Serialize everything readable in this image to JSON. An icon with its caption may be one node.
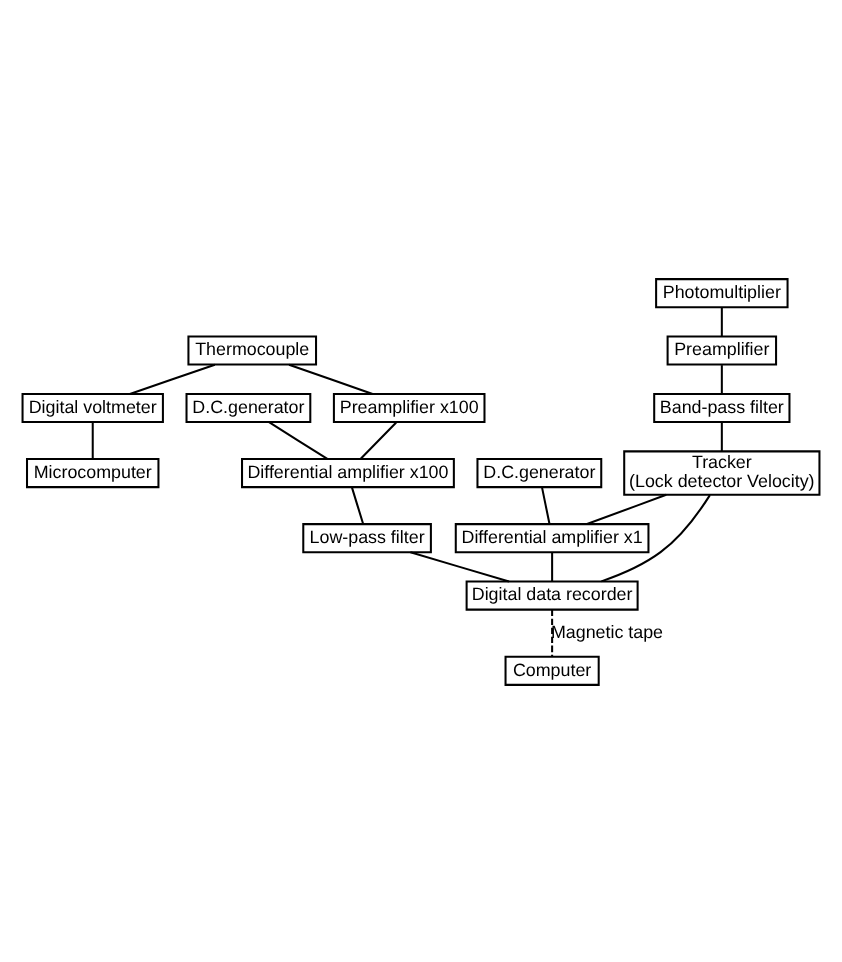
{
  "diagram": {
    "nodes": [
      {
        "text": [
          "Thermocouple"
        ]
      },
      {
        "text": [
          "Digital voltmeter"
        ]
      },
      {
        "text": [
          "Microcomputer"
        ]
      },
      {
        "text": [
          "Preamplifier x100"
        ]
      },
      {
        "text": [
          "D.C.generator"
        ]
      },
      {
        "text": [
          "Differential amplifier x100"
        ]
      },
      {
        "text": [
          "Low-pass filter"
        ]
      },
      {
        "text": [
          "Photomultiplier"
        ]
      },
      {
        "text": [
          "Preamplifier"
        ]
      },
      {
        "text": [
          "Band-pass filter"
        ]
      },
      {
        "text": [
          "Tracker",
          "(Lock detector Velocity)"
        ]
      },
      {
        "text": [
          "D.C.generator"
        ]
      },
      {
        "text": [
          "Differential amplifier x1"
        ]
      },
      {
        "text": [
          "Digital data recorder"
        ]
      },
      {
        "text": [
          "Computer"
        ]
      }
    ],
    "edges": [
      {
        "from": 0,
        "to": 1,
        "arrow": "none"
      },
      {
        "from": 1,
        "to": 2,
        "arrow": "none"
      },
      {
        "from": 0,
        "to": 3,
        "arrow": "none"
      },
      {
        "from": 3,
        "to": 5,
        "arrow": "none"
      },
      {
        "from": 4,
        "to": 5,
        "arrow": "none"
      },
      {
        "from": 5,
        "to": 6,
        "arrow": "none"
      },
      {
        "from": 6,
        "to": 13,
        "arrow": "none"
      },
      {
        "from": 7,
        "to": 8,
        "arrow": "none"
      },
      {
        "from": 8,
        "to": 9,
        "arrow": "none"
      },
      {
        "from": 9,
        "to": 10,
        "arrow": "none"
      },
      {
        "from": 10,
        "to": 13,
        "arrow": "none"
      },
      {
        "from": 10,
        "to": 12,
        "arrow": "none"
      },
      {
        "from": 11,
        "to": 12,
        "arrow": "none"
      },
      {
        "from": 12,
        "to": 13,
        "arrow": "none"
      },
      {
        "from": 13,
        "to": 14,
        "arrow": "none",
        "label": "Magnetic tape",
        "style": "dashed"
      }
    ]
  }
}
